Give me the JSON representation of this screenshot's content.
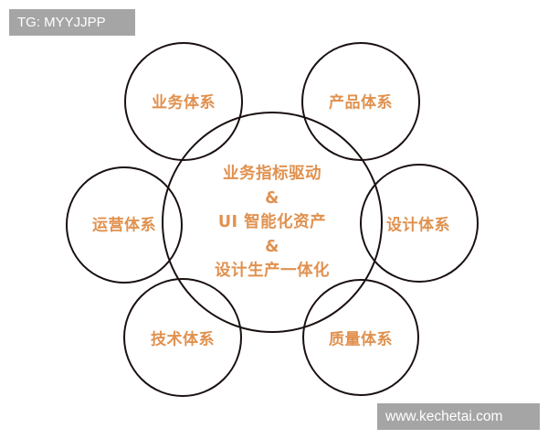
{
  "watermarks": {
    "top_left": "TG: MYYJJPP",
    "bottom_right": "www.kechetai.com"
  },
  "diagram": {
    "stroke_color": "#1a1010",
    "text_color": "#e0914f",
    "center": {
      "lines": [
        "业务指标驱动",
        "&",
        "UI 智能化资产",
        "&",
        "设计生产一体化"
      ]
    },
    "satellites": [
      {
        "label": "业务体系",
        "position": "top-left"
      },
      {
        "label": "产品体系",
        "position": "top-right"
      },
      {
        "label": "运营体系",
        "position": "middle-left"
      },
      {
        "label": "设计体系",
        "position": "middle-right"
      },
      {
        "label": "技术体系",
        "position": "bottom-left"
      },
      {
        "label": "质量体系",
        "position": "bottom-right"
      }
    ]
  }
}
